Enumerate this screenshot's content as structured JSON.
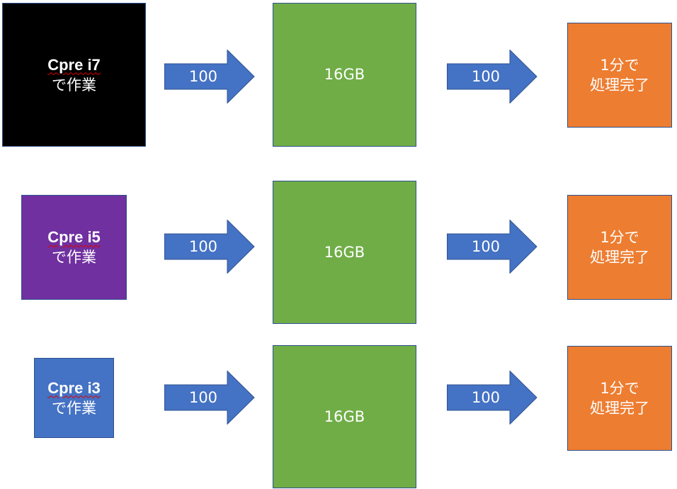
{
  "colors": {
    "black": "#000000",
    "purple": "#7030a0",
    "blue": "#4472c4",
    "green": "#70ad47",
    "orange": "#ed7d31",
    "border": "#2f528f"
  },
  "rows": [
    {
      "cpu_name": "Cpre i7",
      "cpu_sub": "で作業",
      "arrow1": "100",
      "memory": "16GB",
      "arrow2": "100",
      "result_line1": "1分で",
      "result_line2": "処理完了"
    },
    {
      "cpu_name": "Cpre i5",
      "cpu_sub": "で作業",
      "arrow1": "100",
      "memory": "16GB",
      "arrow2": "100",
      "result_line1": "1分で",
      "result_line2": "処理完了"
    },
    {
      "cpu_name": "Cpre i3",
      "cpu_sub": "で作業",
      "arrow1": "100",
      "memory": "16GB",
      "arrow2": "100",
      "result_line1": "1分で",
      "result_line2": "処理完了"
    }
  ]
}
